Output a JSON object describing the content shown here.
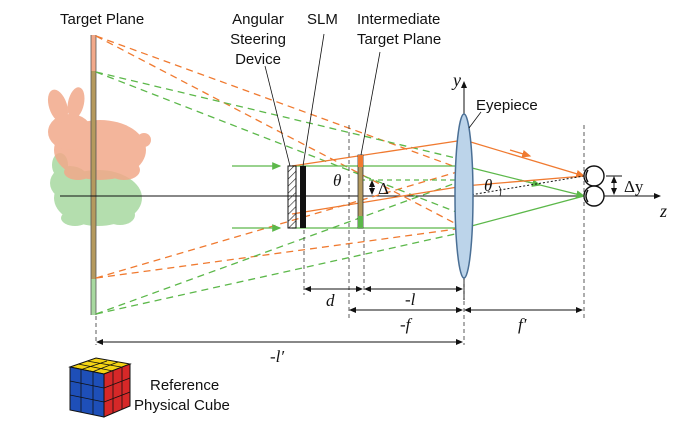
{
  "labels": {
    "target_plane": "Target Plane",
    "angular_steering_line1": "Angular",
    "angular_steering_line2": "Steering",
    "angular_steering_line3": "Device",
    "slm": "SLM",
    "intermediate_line1": "Intermediate",
    "intermediate_line2": "Target Plane",
    "eyepiece": "Eyepiece",
    "reference_line1": "Reference",
    "reference_line2": "Physical Cube"
  },
  "axes": {
    "y": "y",
    "z": "z"
  },
  "symbols": {
    "theta_left": "θ",
    "theta_right": "θ",
    "delta": "Δ",
    "delta_y": "Δy",
    "d": "d",
    "minus_l": "-l",
    "minus_f": "-f",
    "f_prime": "f′",
    "minus_l_prime": "-l′"
  },
  "colors": {
    "orange_ray": "#f07a30",
    "green_ray": "#5cb84a",
    "lens_fill": "#bcd4ea",
    "lens_stroke": "#4a6f95",
    "bunny_orange": "#f2a98a",
    "bunny_green": "#a8d9a0",
    "plane_bar": "#b59a5e",
    "cube_red": "#d62828",
    "cube_blue": "#1e4fb8",
    "cube_yellow": "#f4d414"
  }
}
